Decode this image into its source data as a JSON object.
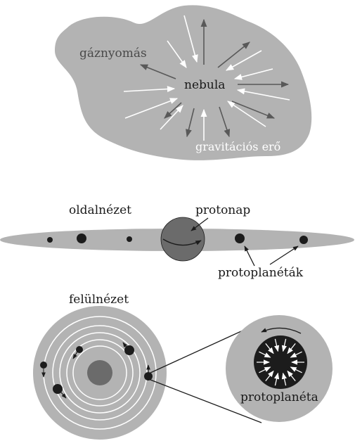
{
  "nebula_panel": {
    "center_label": "nebula",
    "gas_pressure_label": "gáznyomás",
    "gravity_label": "gravitációs erő"
  },
  "side_view_panel": {
    "title": "oldalnézet",
    "protosun_label": "protonap",
    "protoplanets_label": "protoplanéták"
  },
  "top_view_panel": {
    "title": "felülnézet",
    "protoplanet_label": "protoplanéta"
  },
  "colors": {
    "cloud": "#b3b3b3",
    "protosun": "#6b6b6b",
    "dark": "#1c1c1c",
    "gravity_arrow": "#ffffff",
    "pressure_arrow": "#595959"
  }
}
